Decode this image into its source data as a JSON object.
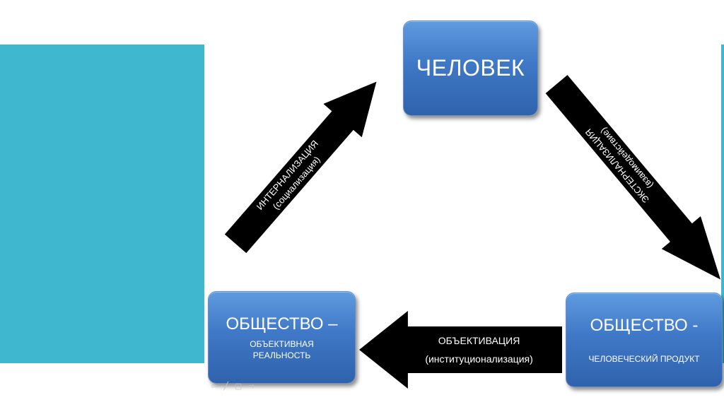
{
  "nodes": {
    "top": {
      "label": "ЧЕЛОВЕК"
    },
    "left": {
      "label": "ОБЩЕСТВО –",
      "sub1": "ОБЪЕКТИВНАЯ",
      "sub2": "РЕАЛЬНОСТЬ"
    },
    "right": {
      "label": "ОБЩЕСТВО -",
      "sub": "ЧЕЛОВЕЧЕСКИЙ ПРОДУКТ"
    }
  },
  "arrows": {
    "internalization": {
      "line1": "ИНТЕРНАЛИЗАЦИЯ",
      "line2": "(социализация)"
    },
    "externalization": {
      "line1": "ЭКСТЕРНАЛИЗАЦИЯ",
      "line2": "(взаимодействие)"
    },
    "objectivation": {
      "line1": "ОБЪЕКТИВАЦИЯ",
      "line2": "(институционализация)"
    }
  },
  "nav": {
    "prev": "⇦",
    "pen": "╱",
    "slide": "▢",
    "next": "⇨"
  },
  "colors": {
    "panel": "#3fb8cf",
    "box": "#3f78c6",
    "arrow": "#000000"
  }
}
